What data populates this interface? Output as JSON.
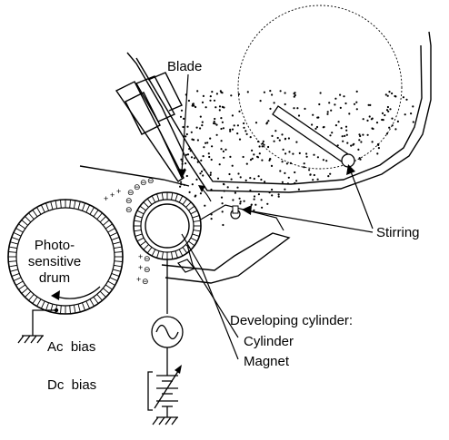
{
  "labels": {
    "blade": "Blade",
    "stirring": "Stirring",
    "drum_line1": "Photo-",
    "drum_line2": "sensitive",
    "drum_line3": "drum",
    "developing": "Developing cylinder:",
    "cylinder": "Cylinder",
    "magnet": "Magnet",
    "ac_bias": "Ac  bias",
    "dc_bias": "Dc  bias"
  },
  "charge_marks": {
    "plus": "+",
    "minus": "⊖"
  },
  "colors": {
    "stroke": "#000000",
    "background": "#ffffff"
  }
}
